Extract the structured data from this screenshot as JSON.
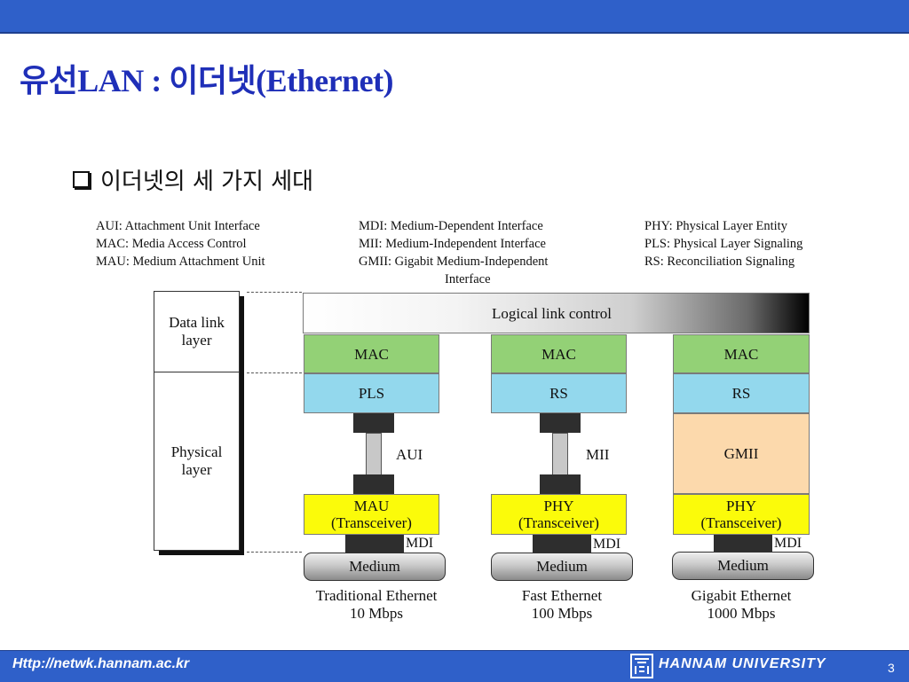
{
  "slide": {
    "title": "유선LAN : 이더넷(Ethernet)",
    "bullet": "이더넷의 세 가지 세대",
    "page_number": "3"
  },
  "definitions": {
    "col1": [
      "AUI: Attachment Unit Interface",
      "MAC: Media Access Control",
      "MAU: Medium Attachment Unit"
    ],
    "col2": [
      "MDI: Medium-Dependent Interface",
      "MII: Medium-Independent Interface",
      "GMII: Gigabit Medium-Independent",
      "Interface"
    ],
    "col3": [
      "PHY: Physical Layer Entity",
      "PLS: Physical Layer Signaling",
      "RS: Reconciliation Signaling"
    ]
  },
  "diagram": {
    "layers": {
      "data_link": "Data link\nlayer",
      "physical": "Physical\nlayer"
    },
    "llc": "Logical link control",
    "traditional": {
      "mac": "MAC",
      "sublayer": "PLS",
      "interface": "AUI",
      "phy": "MAU\n(Transceiver)",
      "mdi": "MDI",
      "medium": "Medium",
      "caption": "Traditional Ethernet\n10 Mbps"
    },
    "fast": {
      "mac": "MAC",
      "sublayer": "RS",
      "interface": "MII",
      "phy": "PHY\n(Transceiver)",
      "mdi": "MDI",
      "medium": "Medium",
      "caption": "Fast Ethernet\n100 Mbps"
    },
    "gigabit": {
      "mac": "MAC",
      "sublayer": "RS",
      "interface": "GMII",
      "phy": "PHY\n(Transceiver)",
      "mdi": "MDI",
      "medium": "Medium",
      "caption": "Gigabit Ethernet\n1000 Mbps"
    },
    "colors": {
      "mac": "#93d176",
      "pls_rs": "#93d8ed",
      "gmii": "#fcd9ac",
      "phy": "#fbfb0a"
    }
  },
  "footer": {
    "url": "Http://netwk.hannam.ac.kr",
    "university": "HANNAM  UNIVERSITY"
  }
}
